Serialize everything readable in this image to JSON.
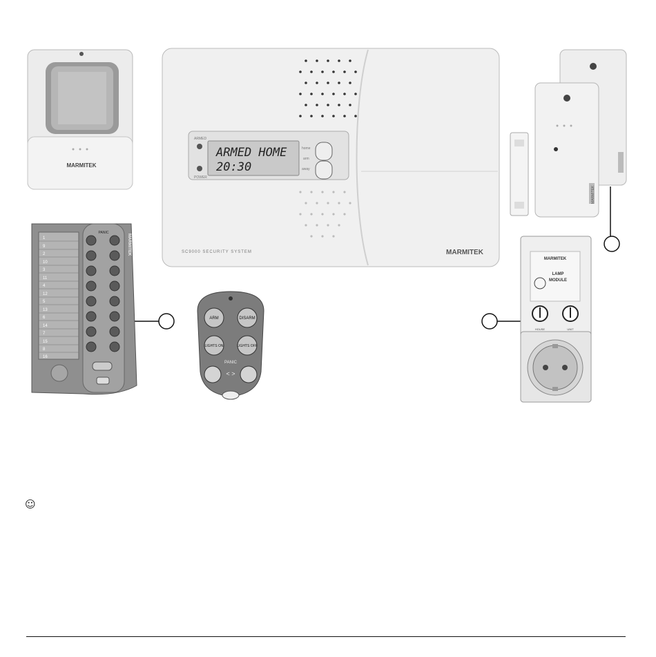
{
  "main_unit": {
    "lcd_line1": "ARMED HOME",
    "lcd_line2": "20:30",
    "left_indicator_top": "ARMED",
    "left_indicator_bottom": "POWER",
    "button_labels": [
      "home",
      "arm",
      "away"
    ],
    "model_text": "SC9000 SECURITY SYSTEM",
    "brand": "MARMITEK"
  },
  "motion_sensor": {
    "brand": "MARMITEK"
  },
  "remote_control": {
    "title": "PANIC",
    "side_brand": "MARMITEK",
    "channels_left": [
      "1",
      "9",
      "2",
      "10",
      "3",
      "11",
      "4",
      "12",
      "5",
      "13",
      "6",
      "14",
      "7",
      "15",
      "8",
      "16"
    ]
  },
  "keychain": {
    "buttons": [
      "ARM",
      "DISARM",
      "LIGHTS ON",
      "LIGHTS OFF"
    ],
    "panic_label": "PANIC",
    "panic_arrows": "< >"
  },
  "lamp_module": {
    "brand": "MARMITEK",
    "title_line1": "LAMP",
    "title_line2": "MODULE",
    "dial1_label": "HOUSE",
    "dial2_label": "UNIT"
  },
  "door_sensor": {
    "brand": "MARMITEK"
  },
  "footer": {
    "smiley": "☺"
  },
  "colors": {
    "device_white": "#efefef",
    "remote_grey": "#8c8c8c",
    "lcd_bg": "#d6d6d6",
    "line": "#111111"
  }
}
